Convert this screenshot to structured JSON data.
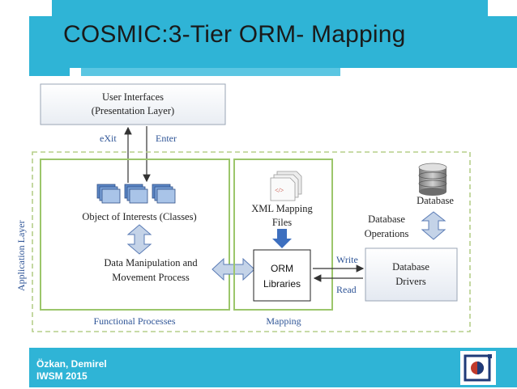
{
  "title": "COSMIC:3-Tier ORM- Mapping",
  "footer": {
    "line1": "Özkan, Demirel",
    "line2": "IWSM 2015"
  },
  "diagram": {
    "ui_box": {
      "line1": "User Interfaces",
      "line2": "(Presentation Layer)"
    },
    "exit_label": "eXit",
    "enter_label": "Enter",
    "application_layer": "Application Layer",
    "objects_label": "Object of Interests (Classes)",
    "data_manip": {
      "line1": "Data Manipulation and",
      "line2": "Movement Process"
    },
    "functional_processes": "Functional Processes",
    "xml_mapping": {
      "line1": "XML Mapping",
      "line2": "Files"
    },
    "orm": {
      "line1": "ORM",
      "line2": "Libraries"
    },
    "mapping_label": "Mapping",
    "write_label": "Write",
    "read_label": "Read",
    "db_drivers": {
      "line1": "Database",
      "line2": "Drivers"
    },
    "db_operations": {
      "line1": "Database",
      "line2": "Operations"
    },
    "database_label": "Database"
  },
  "colors": {
    "band": "#2fb4d6",
    "green_border": "#9cc66b",
    "arrow_fill": "#c4d3e8",
    "arrow_stroke": "#5a7bb5",
    "label_blue": "#2f5597"
  }
}
